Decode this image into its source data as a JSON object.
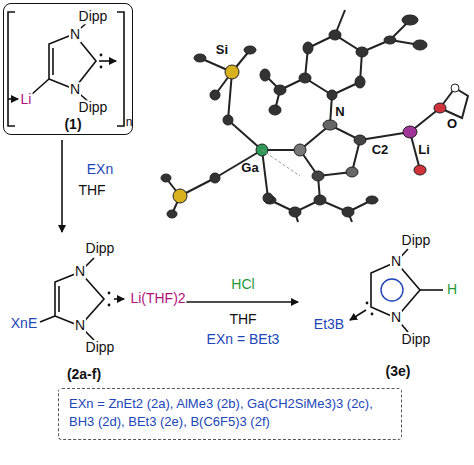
{
  "diagram": {
    "nodes": [
      {
        "text": [
          "Dipp",
          "N",
          "N",
          "Dipp",
          "Li",
          "(1)",
          "n"
        ]
      },
      {
        "text": [
          "EXn = ZnEt2 (2a), AlMe3 (2b), Ga(CH2SiMe3)3 (2c), BH3 (2d), BEt3 (2e), B(C6F5)3 (2f)"
        ]
      }
    ],
    "edges": [],
    "labels": [
      "Si",
      "N",
      "C2",
      "Li",
      "O",
      "Ga",
      "EXn",
      "THF",
      "Dipp",
      "N",
      "XnE",
      "N",
      "Dipp",
      "Li(THF)2",
      "(2a-f)",
      "HCl",
      "THF",
      "EXn = BEt3",
      "Dipp",
      "N",
      "H",
      "Et3B",
      "N",
      "Dipp",
      "(3e)"
    ]
  }
}
